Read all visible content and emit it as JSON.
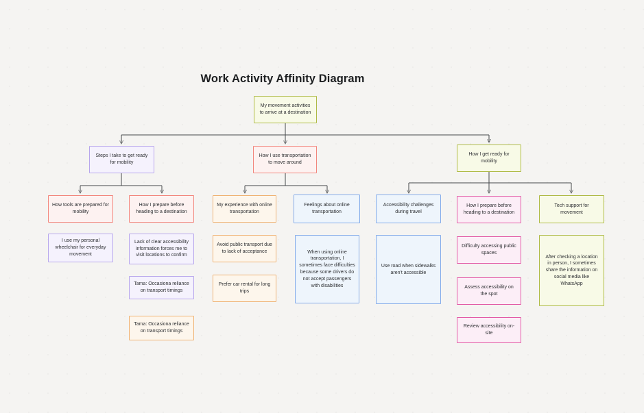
{
  "title": "Work Activity Affinity Diagram",
  "palette": {
    "canvas_bg": "#f5f4f2",
    "connector": "#45484b",
    "title_text": "#1d1f21",
    "node_text": "#2e3033",
    "olive_border": "#aeba45",
    "olive_bg": "#f8fae7",
    "lavender_border": "#b7a6ec",
    "lavender_bg": "#f5f2fd",
    "salmon_border": "#f2867d",
    "salmon_bg": "#fdf2f1",
    "orange_border": "#efb273",
    "orange_bg": "#fdf6ec",
    "blue_border": "#83abe9",
    "blue_bg": "#eef5fc",
    "magenta_border": "#e25aa6",
    "magenta_bg": "#fceef7"
  },
  "nodes": {
    "root": "My movement activities to arrive at a destination",
    "level2": [
      "Steps I take to get ready for mobility",
      "How I use transportation to move around",
      "How I get ready for mobility"
    ],
    "level3": [
      "How tools are prepared for mobility",
      "How I prepare before heading to a destination",
      "My experience with online transportation",
      "Feelings about online transportation",
      "Accessibility challenges during travel",
      "How I prepare before heading to a destination",
      "Tech support for movement"
    ],
    "level4": [
      "I use my personal wheelchair for everyday movement",
      "Lack of clear accessibility information forces me to visit locations to confirm",
      "Tama: Occasiona reliance on transport timings",
      "Tama: Occasiona reliance on transport timings",
      "Avoid public transport due to lack of acceptance",
      "Prefer car rental for long trips",
      "When using online transportation, I sometimes face difficulties because some drivers do not accept passengers with disabilities",
      "Use road when sidewalks aren't accessible",
      "Difficulty accessing public spaces",
      "Assess accessibility on the spot",
      "Review accessibility on-site",
      "After checking a location in person, I sometimes share the information on social media like WhatsApp"
    ]
  }
}
